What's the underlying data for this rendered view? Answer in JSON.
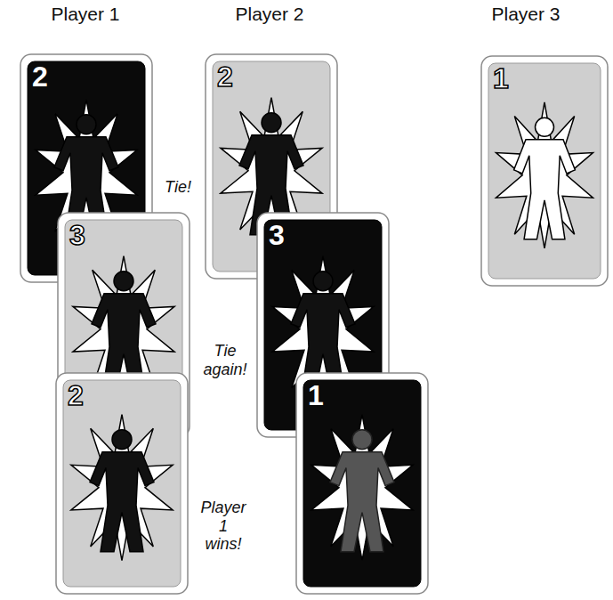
{
  "diagram": {
    "nodes": [
      {
        "text": [
          "2"
        ]
      },
      {
        "text": [
          "2"
        ]
      },
      {
        "text": [
          "1"
        ]
      },
      {
        "text": [
          "3"
        ]
      },
      {
        "text": [
          "3"
        ]
      },
      {
        "text": [
          "2"
        ]
      },
      {
        "text": [
          "1"
        ]
      }
    ],
    "labels": [
      "Player 1",
      "Player 2",
      "Player 3",
      "Tie!",
      "Tie again!",
      "Player 1 wins!"
    ]
  }
}
